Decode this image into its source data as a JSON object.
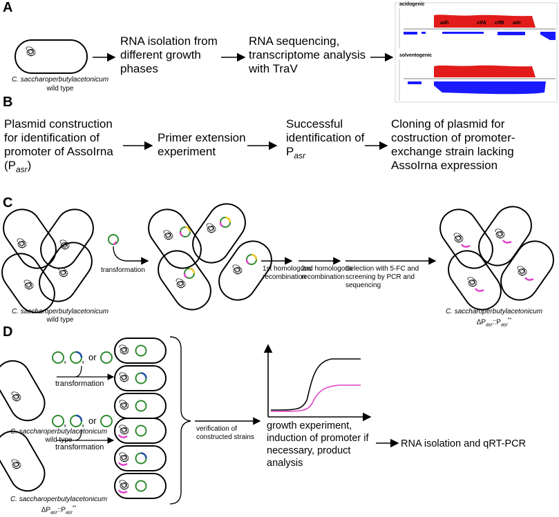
{
  "panels": {
    "a": "A",
    "b": "B",
    "c": "C",
    "d": "D"
  },
  "panel_a": {
    "species": "C. saccharoperbutylacetonicum",
    "strain_wt": "wild type",
    "step1": "RNA isolation from different growth phases",
    "step2": "RNA sequencing, transcriptome analysis with TraV",
    "track_top": "acidogenic",
    "track_bottom": "solventogenic",
    "genes": [
      "adh",
      "ctfA",
      "ctfB",
      "adc"
    ]
  },
  "panel_b": {
    "step1_line1": "Plasmid construction for identification of promoter of AssoIrna (P",
    "step1_sub": "asr",
    "step1_end": ")",
    "step2": "Primer extension experiment",
    "step3_a": "Successful identification of P",
    "step3_sub": "asr",
    "step4": "Cloning of plasmid for costruction of promoter-exchange strain lacking AssoIrna expression"
  },
  "panel_c": {
    "transformation": "transformation",
    "rec1": "1st homologous recombination",
    "rec2": "2nd homologous recombination",
    "selection": "Selection with 5-FC and screening by PCR and sequencing",
    "species": "C. saccharoperbutylacetonicum",
    "strain_wt": "wild type",
    "strain_mut_pre": "ΔP",
    "strain_mut_sub1": "asr",
    "strain_mut_mid": "::P",
    "strain_mut_sub2": "asr",
    "strain_mut_sup": "**"
  },
  "panel_d": {
    "or_sep1": ",",
    "or_sep2": ",",
    "or_word": "or",
    "transformation": "transformation",
    "species": "C. saccharoperbutylacetonicum",
    "strain_wt": "wild type",
    "strain_mut_pre": "ΔP",
    "strain_mut_sub1": "asr",
    "strain_mut_mid": "::P",
    "strain_mut_sub2": "asr",
    "strain_mut_sup": "**",
    "verification": "verification of constructed strains",
    "growth": "growth experiment, induction of promoter if necessary, product analysis",
    "final": "RNA isolation and qRT-PCR"
  },
  "colors": {
    "green": "#2e8b2e",
    "magenta": "#e040c8",
    "yellow": "#e8c21a",
    "blue": "#1f4fa8",
    "red": "#e21b1b",
    "coverage_blue": "#1a1aff"
  }
}
